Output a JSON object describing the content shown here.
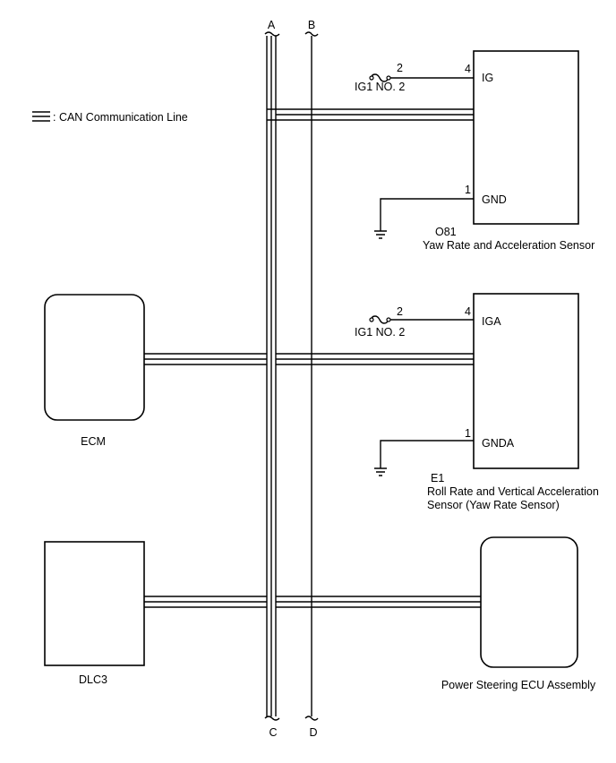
{
  "bus_labels": {
    "a": "A",
    "b": "B",
    "c": "C",
    "d": "D"
  },
  "legend": {
    "text": ": CAN Communication Line"
  },
  "yaw_sensor": {
    "code": "O81",
    "name": "Yaw Rate and Acceleration Sensor",
    "fuse": "IG1 NO. 2",
    "fuse_pin": "2",
    "pin_ig": "4",
    "ig_label": "IG",
    "pin_gnd": "1",
    "gnd_label": "GND"
  },
  "roll_sensor": {
    "code": "E1",
    "name_line1": "Roll Rate and Vertical Acceleration",
    "name_line2": "Sensor (Yaw Rate Sensor)",
    "fuse": "IG1 NO. 2",
    "fuse_pin": "2",
    "pin_iga": "4",
    "iga_label": "IGA",
    "pin_gnda": "1",
    "gnda_label": "GNDA"
  },
  "ecm": {
    "label": "ECM"
  },
  "dlc3": {
    "label": "DLC3"
  },
  "ps_ecu": {
    "label": "Power Steering ECU Assembly"
  }
}
